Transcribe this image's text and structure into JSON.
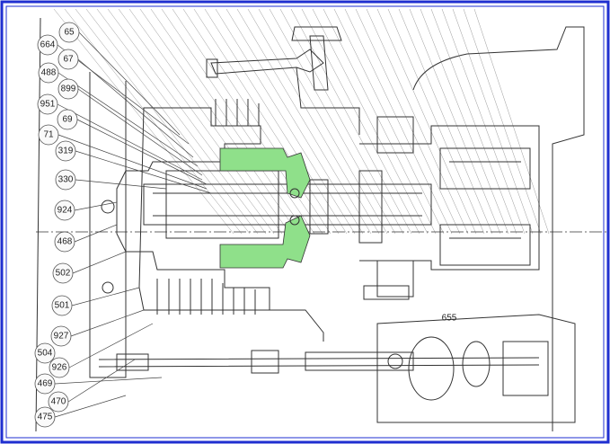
{
  "drawing": {
    "part_labels": [
      "65",
      "664",
      "67",
      "488",
      "899",
      "951",
      "69",
      "71",
      "319",
      "330",
      "924",
      "468",
      "502",
      "501",
      "927",
      "504",
      "926",
      "469",
      "470",
      "475"
    ],
    "callout_655": "655"
  },
  "colors": {
    "frame": "#1f2fd0",
    "highlight": "#8fe08a",
    "line": "#333333"
  }
}
